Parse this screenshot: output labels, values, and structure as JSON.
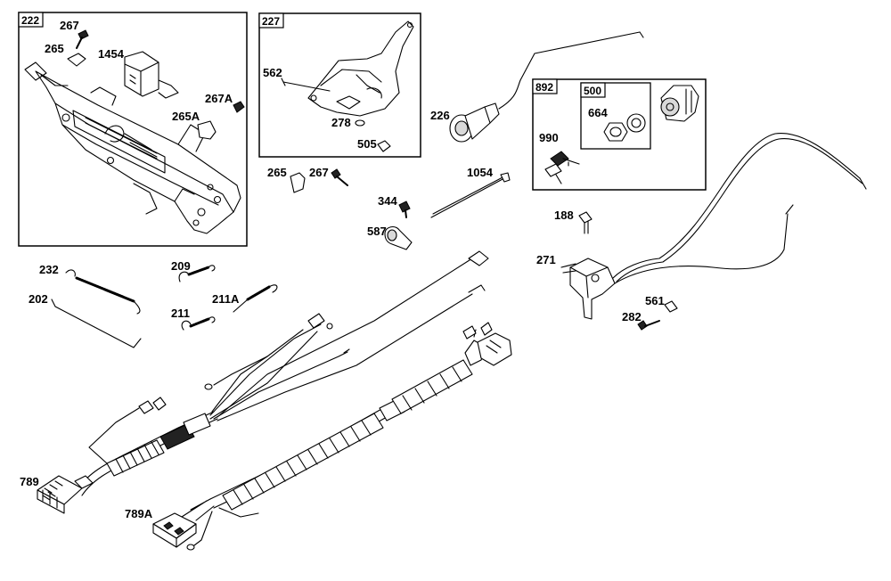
{
  "boxes": {
    "box1": "222",
    "box2": "227",
    "box3": "892",
    "box3_inner": "500"
  },
  "callouts": {
    "c267a": "267",
    "c265a": "265",
    "c1454": "1454",
    "c267A": "267A",
    "c265A": "265A",
    "c562": "562",
    "c278": "278",
    "c505": "505",
    "c226": "226",
    "c664": "664",
    "c990": "990",
    "c265b": "265",
    "c267b": "267",
    "c1054": "1054",
    "c344": "344",
    "c587": "587",
    "c188": "188",
    "c271": "271",
    "c561": "561",
    "c282": "282",
    "c232": "232",
    "c209": "209",
    "c202": "202",
    "c211A": "211A",
    "c211": "211",
    "c789": "789",
    "c789A": "789A"
  }
}
